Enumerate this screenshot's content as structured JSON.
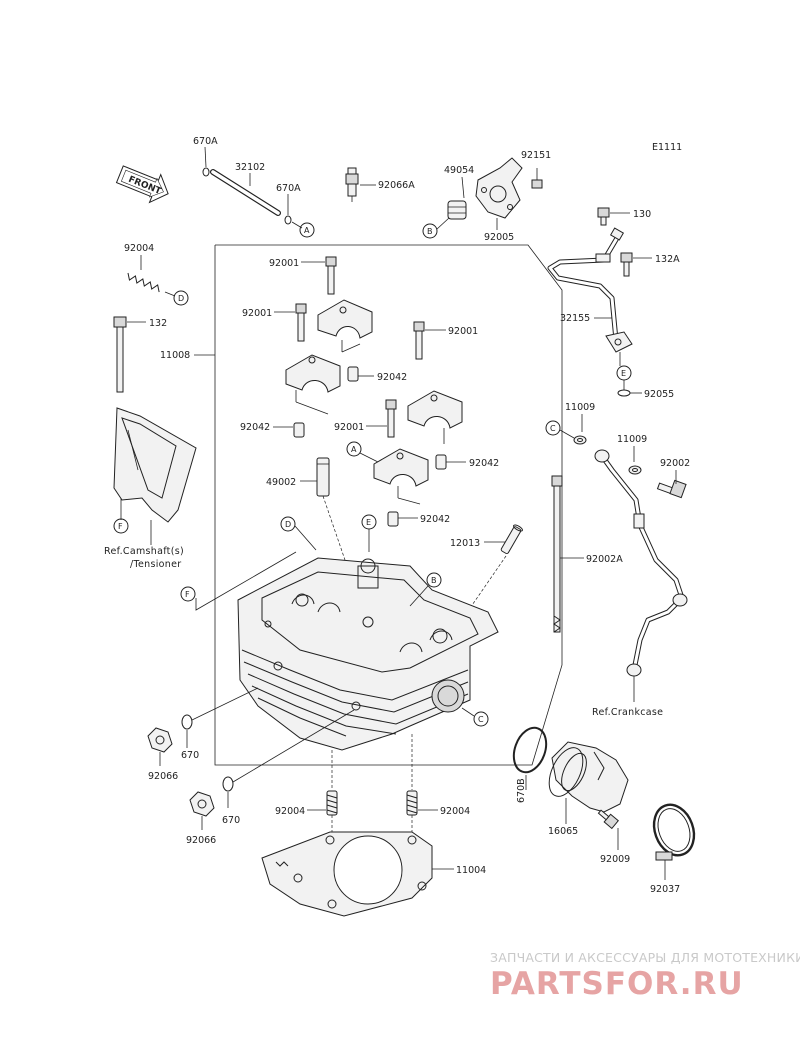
{
  "diagram_code": "E1111",
  "front_label": "FRONT",
  "parts": {
    "p670A_top": "670A",
    "p32102": "32102",
    "p670A_mid": "670A",
    "p92066A": "92066A",
    "p49054": "49054",
    "p92151": "92151",
    "p92005": "92005",
    "p130": "130",
    "p132A": "132A",
    "p92004_spring": "92004",
    "p32155": "32155",
    "p132": "132",
    "p11008": "11008",
    "p92001_a": "92001",
    "p92001_b": "92001",
    "p92001_c": "92001",
    "p92001_d": "92001",
    "p92042_a": "92042",
    "p92042_b": "92042",
    "p92042_c": "92042",
    "p92042_d": "92042",
    "p92055": "92055",
    "p11009_a": "11009",
    "p11009_b": "11009",
    "p92002": "92002",
    "p49002": "49002",
    "p12013": "12013",
    "p92002A": "92002A",
    "p670_a": "670",
    "p92066_a": "92066",
    "p670_b": "670",
    "p92066_b": "92066",
    "p670B": "670B",
    "p16065": "16065",
    "p92009": "92009",
    "p92037": "92037",
    "p92004_l": "92004",
    "p92004_r": "92004",
    "p11004": "11004"
  },
  "refs": {
    "camshaft_line1": "Ref.Camshaft(s)",
    "camshaft_line2": "/Tensioner",
    "crankcase": "Ref.Crankcase"
  },
  "callouts": {
    "A": "A",
    "B": "B",
    "C": "C",
    "D": "D",
    "E": "E",
    "F": "F"
  },
  "watermark": {
    "tagline": "ЗАПЧАСТИ И АКСЕССУАРЫ ДЛЯ МОТОТЕХНИКИ",
    "brand": "PARTSFOR.RU"
  },
  "colors": {
    "line": "#222222",
    "watermark_gray": "#c9c9c9",
    "watermark_red": "#e6a4a4"
  }
}
